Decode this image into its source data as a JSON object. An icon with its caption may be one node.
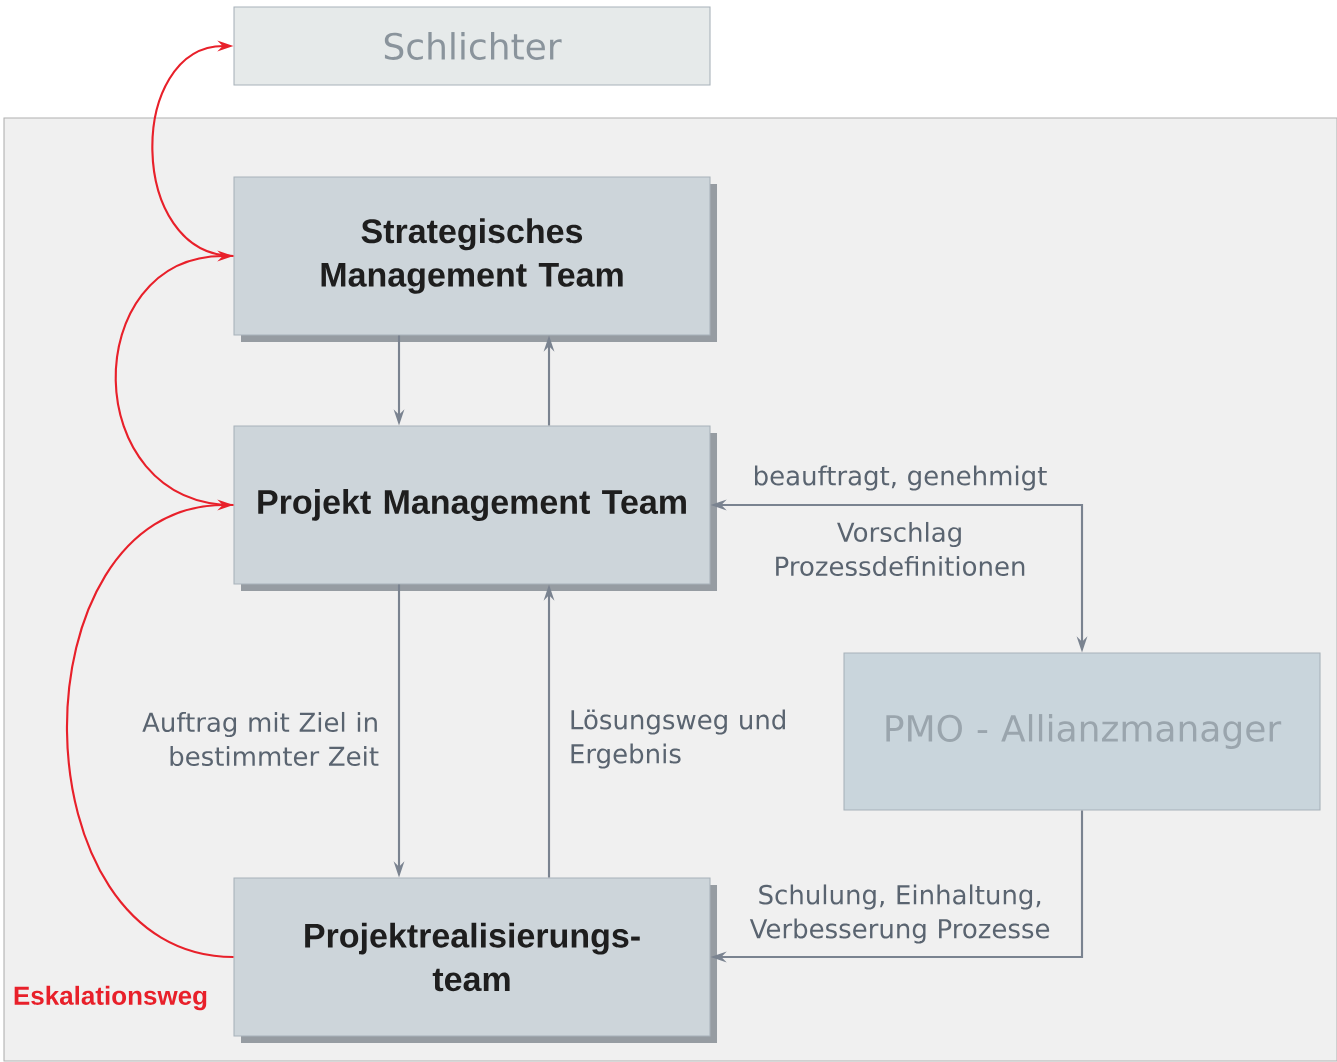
{
  "diagram": {
    "nodes": [
      {
        "text": [
          "Schlichter"
        ]
      },
      {
        "text": [
          "Strategisches Management Team"
        ]
      },
      {
        "text": [
          "Projekt Management Team"
        ]
      },
      {
        "text": [
          "PMO - Allianzmanager"
        ]
      },
      {
        "text": [
          "Projektrealisierungs-team"
        ]
      }
    ],
    "edges": [
      {
        "from": 1,
        "to": 2,
        "arrow": "to"
      },
      {
        "from": 2,
        "to": 1,
        "arrow": "to"
      },
      {
        "from": 2,
        "to": 4,
        "arrow": "to",
        "label": "Auftrag mit Ziel in bestimmter Zeit"
      },
      {
        "from": 4,
        "to": 2,
        "arrow": "to",
        "label": "Lösungsweg und Ergebnis"
      },
      {
        "from": 2,
        "to": 3,
        "arrow": "both",
        "label": "beauftragt, genehmigt"
      },
      {
        "from": 3,
        "to": 4,
        "arrow": "to",
        "label": "Schulung, Einhaltung, Verbesserung Prozesse"
      },
      {
        "from": 1,
        "to": 0,
        "arrow": "to",
        "color": "#e8202a"
      },
      {
        "from": 2,
        "to": 1,
        "arrow": "to",
        "color": "#e8202a"
      },
      {
        "from": 4,
        "to": 2,
        "arrow": "to",
        "color": "#e8202a"
      }
    ],
    "labels": [
      "Vorschlag Prozessdefinitionen",
      "Eskalationsweg"
    ]
  }
}
